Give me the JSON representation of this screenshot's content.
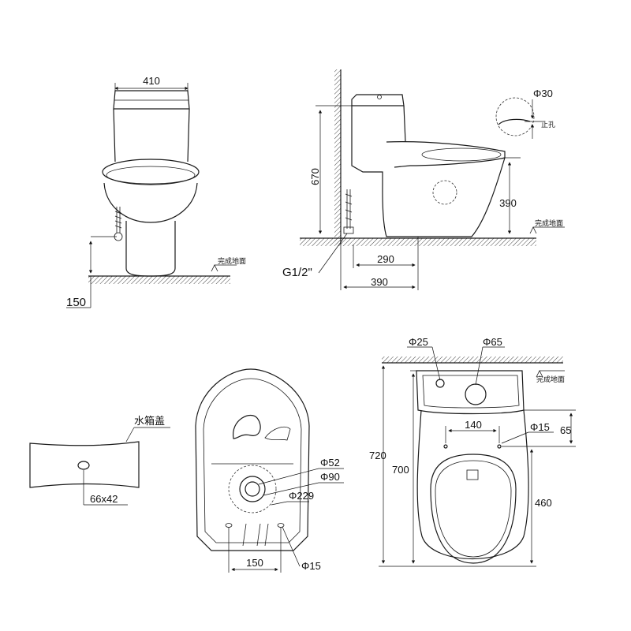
{
  "views": {
    "front": {
      "width_label": "410",
      "height_label": "150",
      "floor_note": "完成地面"
    },
    "side": {
      "tank_height_label": "670",
      "bowl_height_label": "390",
      "rough_in_label": "290",
      "depth_label": "390",
      "inlet_label": "G1/2\"",
      "hole_label": "Φ30",
      "floor_note": "完成地面",
      "detail_note": "止孔"
    },
    "lid": {
      "title": "水箱盖",
      "button_label": "66x42"
    },
    "bottom": {
      "outlet_label": "Φ52",
      "seal_label": "Φ90",
      "ring_label": "Φ229",
      "bolt_spacing_label": "150",
      "bolt_label": "Φ15"
    },
    "top": {
      "hole1_label": "Φ25",
      "hole2_label": "Φ65",
      "floor_note": "完成地面",
      "seat_hole_spacing_label": "140",
      "seat_hole_label": "Φ15",
      "seat_hole_offset_label": "65",
      "total_length_label": "720",
      "body_length_label": "700",
      "seat_length_label": "460"
    }
  }
}
